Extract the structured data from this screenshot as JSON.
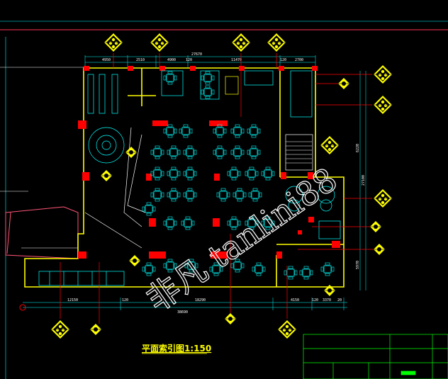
{
  "drawing": {
    "title": "平面索引图1:150",
    "watermark": "非凡 tanlini88",
    "dims_top": [
      "27670",
      "4950",
      "2510",
      "4900",
      "120",
      "11470",
      "120",
      "2700"
    ],
    "dims_bottom": [
      "12150",
      "120",
      "18290",
      "4150",
      "120",
      "3370",
      "20"
    ],
    "dims_bottom_total": "38690",
    "dims_right": [
      "6220",
      "27100",
      "5970"
    ],
    "colors": {
      "background": "#000000",
      "wall": "#ffff00",
      "furniture": "#00ffff",
      "column": "#ff0000",
      "annotation": "#ffffff",
      "titleblock": "#00ff00",
      "frame": "#ff3355"
    }
  }
}
